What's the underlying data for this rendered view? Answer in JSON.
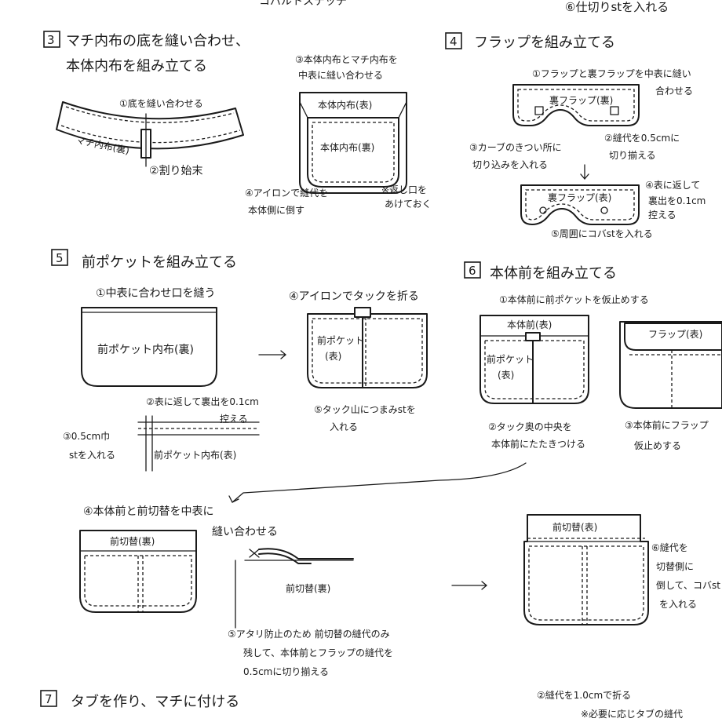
{
  "header": {
    "top_left": "コバルトステッチ",
    "top_right": "⑥仕切りstを入れる"
  },
  "step3": {
    "num": "3",
    "title_1": "マチ内布の底を縫い合わせ、",
    "title_2": "本体内布を組み立てる",
    "note1": "①底を縫い合わせる",
    "label_machi": "マチ内布(裏)",
    "note2": "②割り始末",
    "note3_1": "③本体内布とマチ内布を",
    "note3_2": "中表に縫い合わせる",
    "label_hontai1": "本体内布(表)",
    "label_hontai2": "本体内布(裏)",
    "note4_1": "④アイロンで縫代を",
    "note4_2": "本体側に倒す",
    "note5_1": "※返し口を",
    "note5_2": "あけておく"
  },
  "step4": {
    "num": "4",
    "title": "フラップを組み立てる",
    "note1_1": "①フラップと裏フラップを中表に縫い",
    "note1_2": "合わせる",
    "label_ura_flap": "裏フラップ(裏)",
    "note2_1": "②縫代を0.5cmに",
    "note2_2": "切り揃える",
    "note3_1": "③カーブのきつい所に",
    "note3_2": "切り込みを入れる",
    "label_ura_flap_omote": "裏フラップ(表)",
    "note4_1": "④表に返して",
    "note4_2": "裏出を0.1cm",
    "note4_3": "控える",
    "note5": "⑤周囲にコバstを入れる"
  },
  "step5": {
    "num": "5",
    "title": "前ポケットを組み立てる",
    "note1": "①中表に合わせ口を縫う",
    "label_pocket_inner": "前ポケット内布(裏)",
    "note4": "④アイロンでタックを折る",
    "label_pocket_1": "前ポケット",
    "label_pocket_2": "(表)",
    "note2_1": "②表に返して裏出を0.1cm",
    "note2_2": "控える",
    "note3_1": "③0.5cm巾",
    "note3_2": "stを入れる",
    "label_pocket_inner2": "前ポケット内布(表)",
    "note5_1": "⑤タック山につまみstを",
    "note5_2": "入れる"
  },
  "step6": {
    "num": "6",
    "title": "本体前を組み立てる",
    "note1": "①本体前に前ポケットを仮止めする",
    "label_hontai_mae": "本体前(表)",
    "label_pocket_1": "前ポケット",
    "label_pocket_2": "(表)",
    "label_flap": "フラップ(表)",
    "note2_1": "②タック奥の中央を",
    "note2_2": "本体前にたたきつける",
    "note3_1": "③本体前にフラップ",
    "note3_2": "仮止めする",
    "note4_1": "④本体前と前切替を中表に",
    "note4_2": "縫い合わせる",
    "label_maekiri": "前切替(裏)",
    "label_maekiri2": "前切替(裏)",
    "note5_1": "⑤アタリ防止のため 前切替の縫代のみ",
    "note5_2": "残して、本体前とフラップの縫代を",
    "note5_3": "0.5cmに切り揃える",
    "label_maekiri_omote": "前切替(表)",
    "note6_1": "⑥縫代を",
    "note6_2": "切替側に",
    "note6_3": "倒して、コバst",
    "note6_4": "を入れる"
  },
  "step7": {
    "num": "7",
    "title": "タブを作り、マチに付ける",
    "note2": "②縫代を1.0cmで折る",
    "note_extra": "※必要に応じタブの縫代"
  }
}
